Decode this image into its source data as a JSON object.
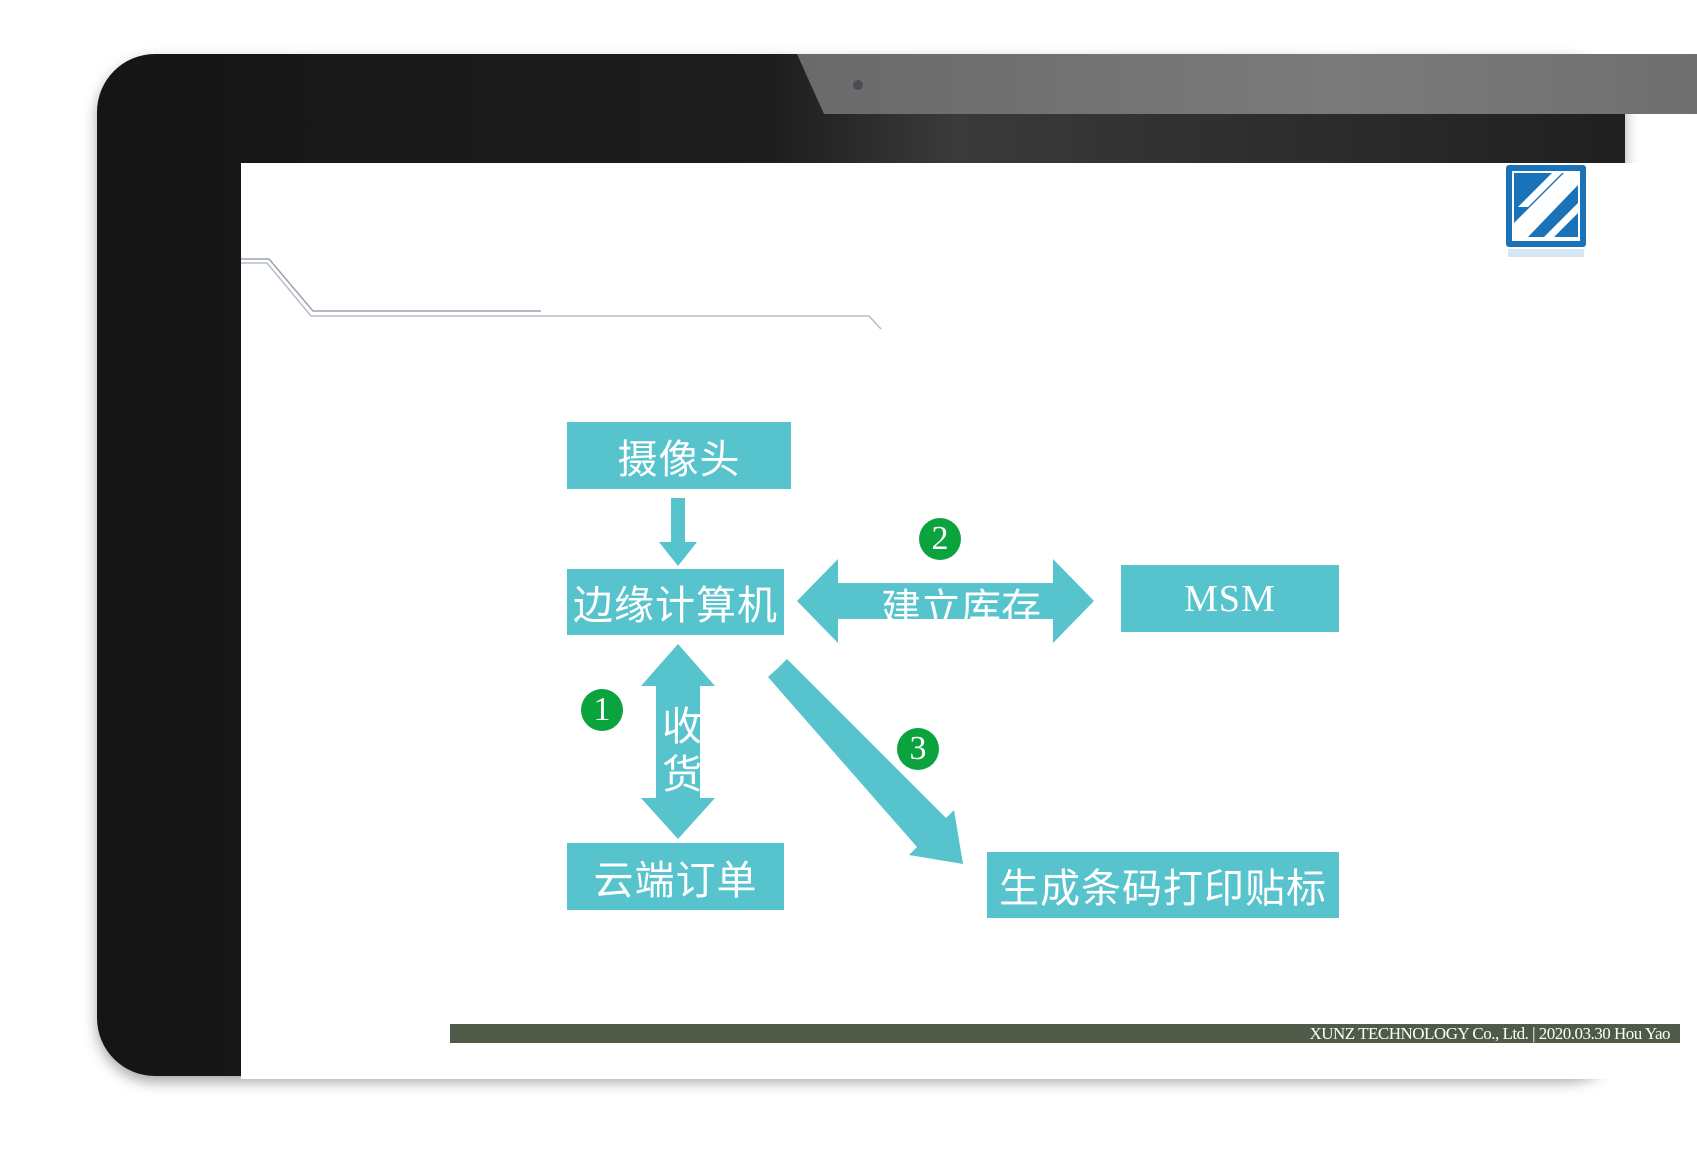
{
  "nodes": {
    "camera": "摄像头",
    "edge_computer": "边缘计算机",
    "msm": "MSM",
    "cloud_order": "云端订单",
    "print_label": "生成条码打印贴标"
  },
  "edges": {
    "inventory": "建立库存",
    "receive_char1": "收",
    "receive_char2": "货"
  },
  "steps": {
    "one": "1",
    "two": "2",
    "three": "3"
  },
  "footer": {
    "text": "XUNZ TECHNOLOGY Co., Ltd. | 2020.03.30 Hou Yao"
  },
  "colors": {
    "box": "#57c3cc",
    "badge": "#0aa33e",
    "footer_bar": "#4f5a49",
    "logo": "#1a73b8"
  },
  "icons": {
    "logo": "z-logo-icon"
  }
}
